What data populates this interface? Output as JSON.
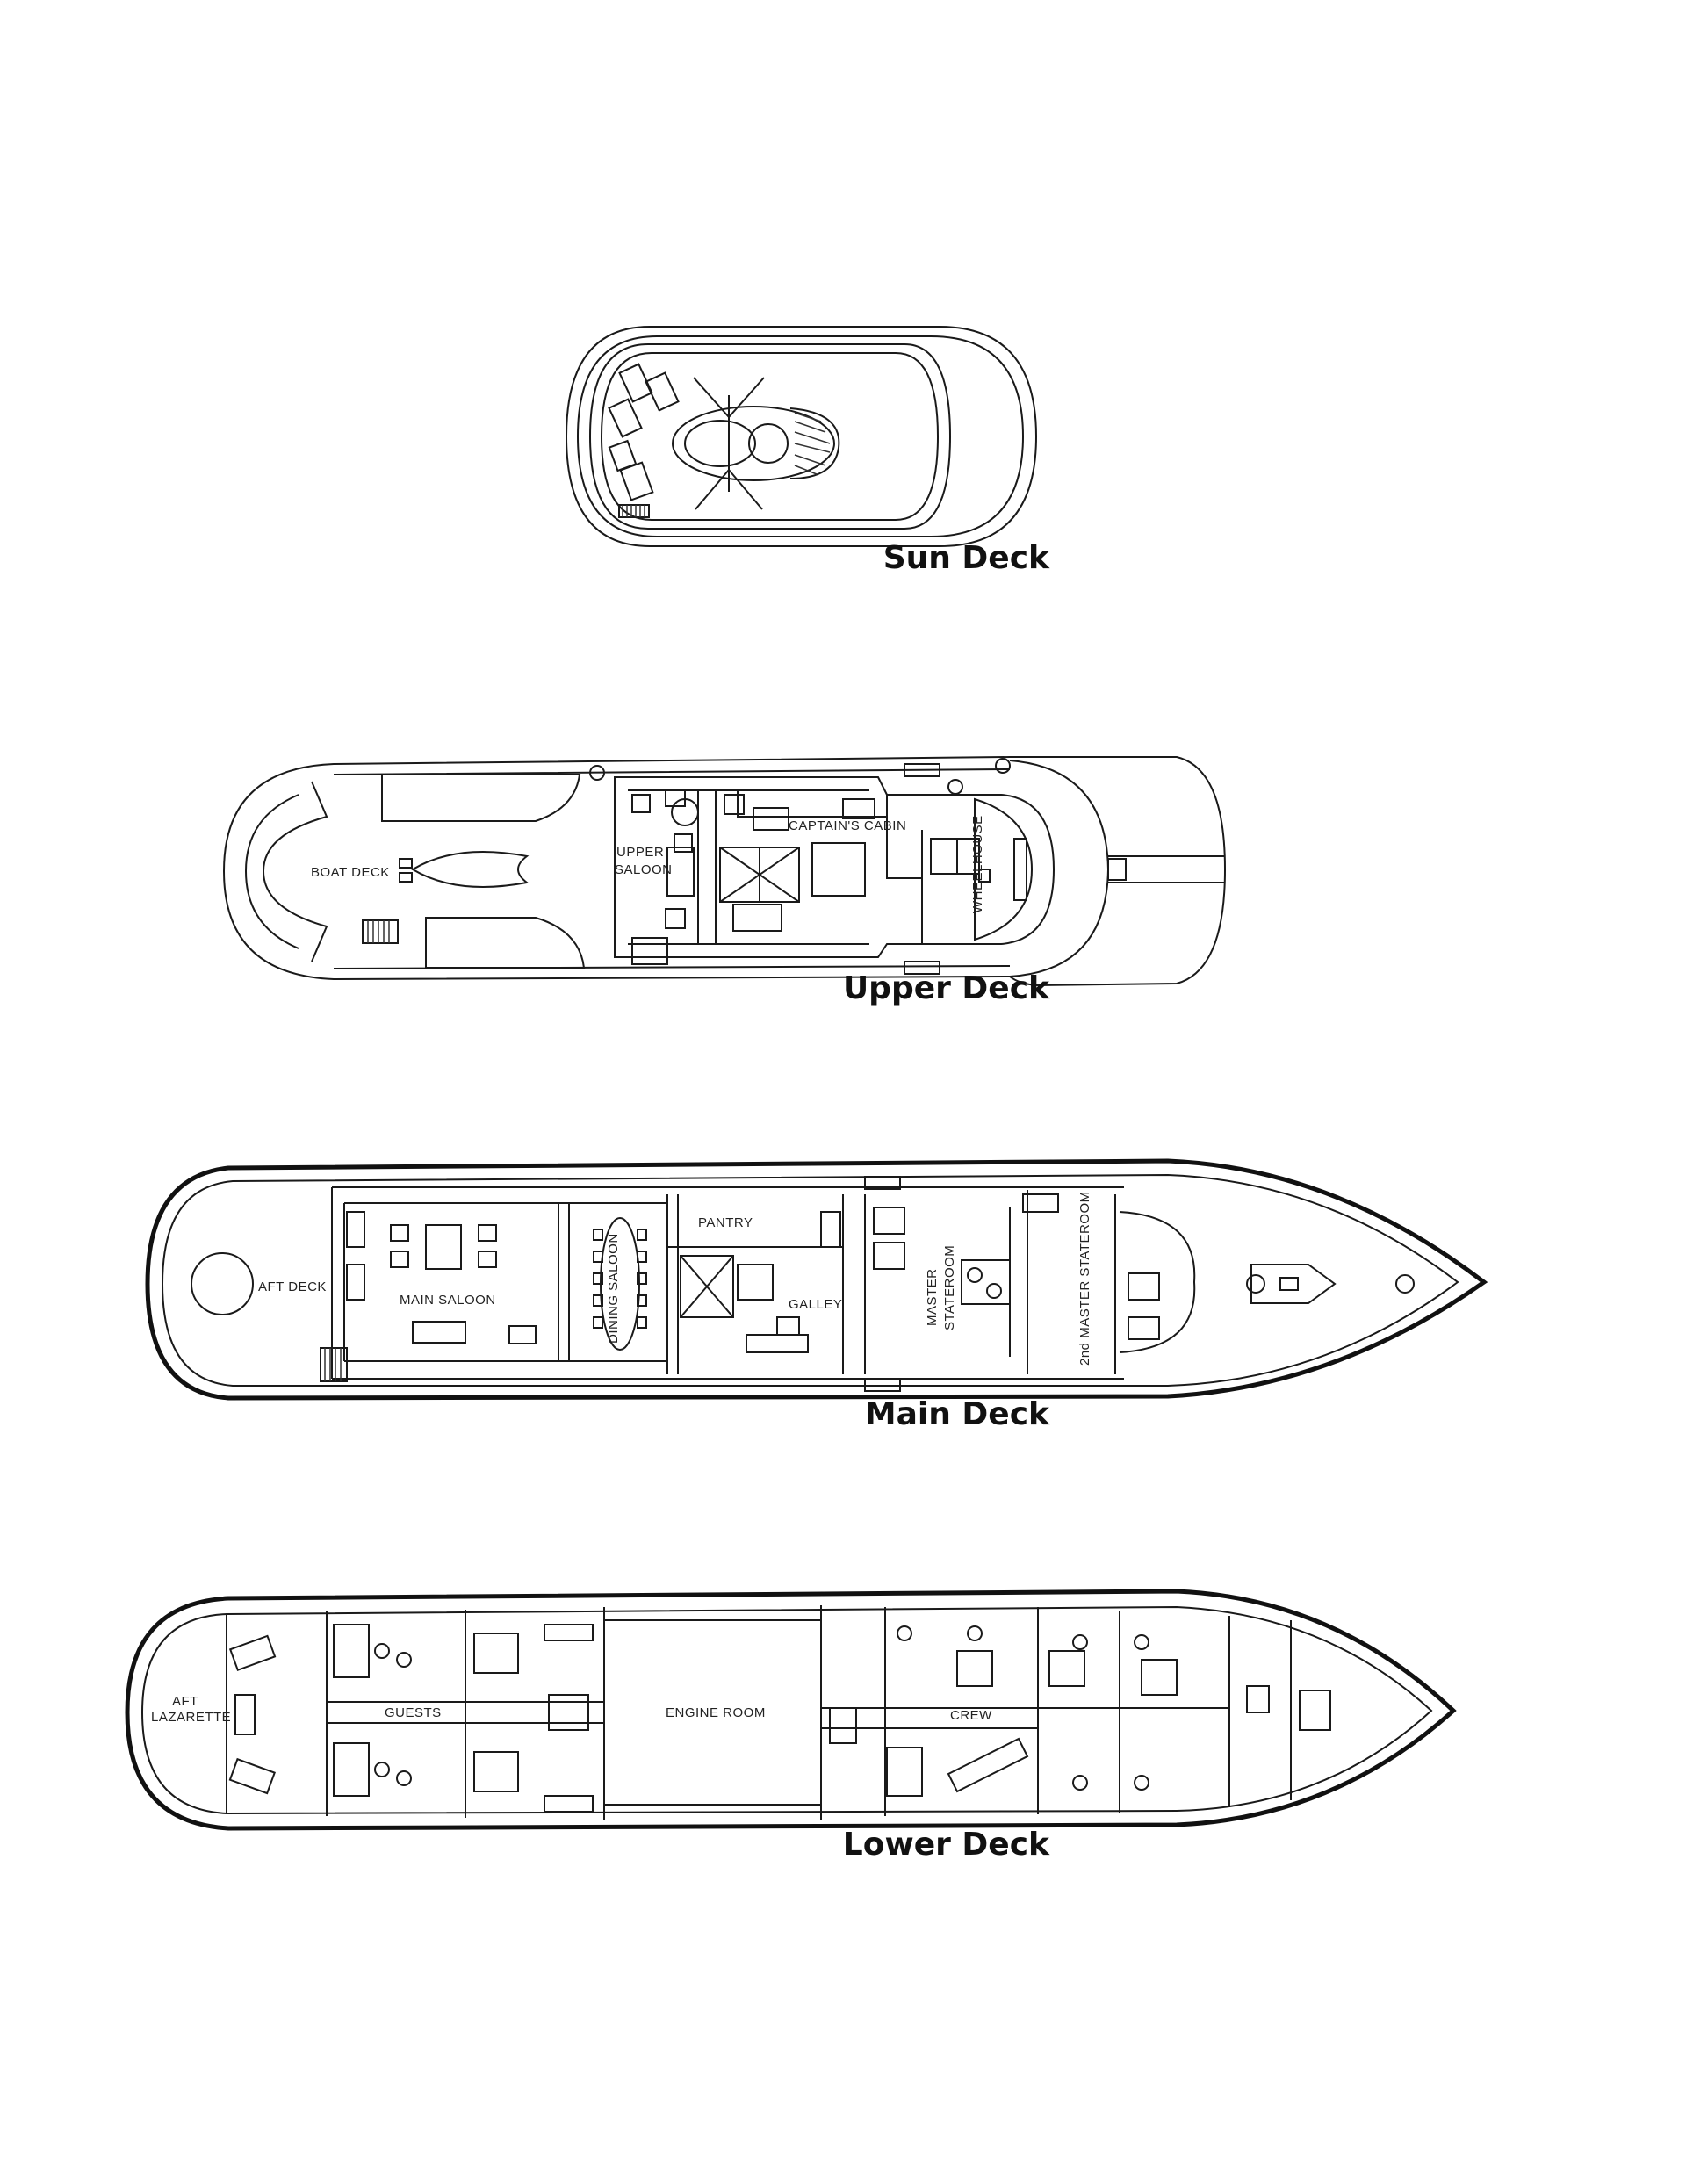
{
  "decks": [
    {
      "id": "sun",
      "title": "Sun Deck",
      "rooms": []
    },
    {
      "id": "upper",
      "title": "Upper Deck",
      "rooms": [
        "BOAT DECK",
        "UPPER",
        "SALOON",
        "CAPTAIN'S CABIN",
        "WHEELHOUSE"
      ]
    },
    {
      "id": "main",
      "title": "Main Deck",
      "rooms": [
        "AFT DECK",
        "MAIN SALOON",
        "DINING SALOON",
        "PANTRY",
        "GALLEY",
        "MASTER",
        "STATEROOM",
        "2nd MASTER STATEROOM"
      ]
    },
    {
      "id": "lower",
      "title": "Lower Deck",
      "rooms": [
        "AFT",
        "LAZARETTE",
        "GUESTS",
        "ENGINE ROOM",
        "CREW"
      ]
    }
  ]
}
